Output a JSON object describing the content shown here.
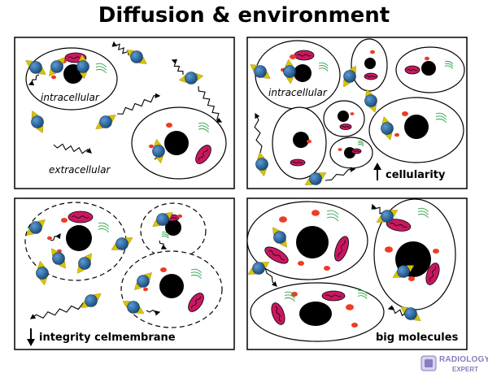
{
  "title": "Diffusion & environment",
  "panels": [
    {
      "name": "panel-normal",
      "labels": {
        "intracellular": "intracellular",
        "extracellular": "extracellular"
      }
    },
    {
      "name": "panel-cellularity",
      "labels": {
        "intracellular": "intracellular",
        "caption": "cellularity",
        "arrow": "up"
      }
    },
    {
      "name": "panel-membrane",
      "labels": {
        "caption": "integrity celmembrane",
        "arrow": "down"
      }
    },
    {
      "name": "panel-big-molecules",
      "labels": {
        "caption": "big molecules"
      }
    }
  ],
  "watermark": {
    "line1": "RADIOLOGY",
    "line2": "EXPERT"
  },
  "colors": {
    "nucleus": "#000000",
    "mitochondria": "#c8185f",
    "ribosome": "#ee3b24",
    "er": "#2da24a",
    "molecule": "#2a6aa6",
    "molecule_arrow": "#d8c400",
    "watermark": "#8a7cc0"
  }
}
